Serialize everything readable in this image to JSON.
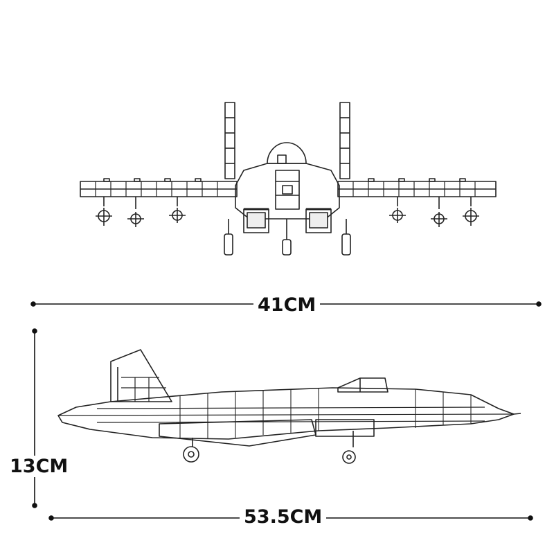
{
  "dimensions": {
    "width_label": "41CM",
    "height_label": "13CM",
    "length_label": "53.5CM"
  },
  "colors": {
    "line": "#222222",
    "background": "#ffffff"
  },
  "figures": {
    "front_view": "front-view-jet-icon",
    "side_view": "side-view-jet-icon"
  }
}
